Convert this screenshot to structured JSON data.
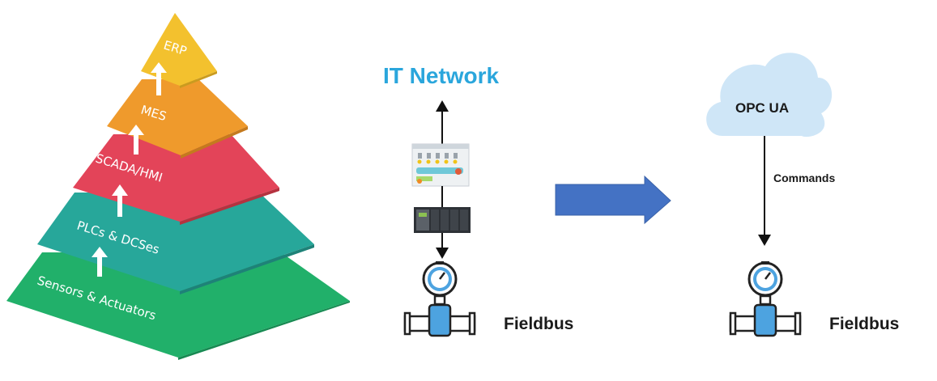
{
  "pyramid": {
    "levels": [
      {
        "label": "ERP",
        "color": "#f3c12e"
      },
      {
        "label": "MES",
        "color": "#ef9a2c"
      },
      {
        "label": "SCADA/HMI",
        "color": "#e34459"
      },
      {
        "label": "PLCs & DCSes",
        "color": "#27a79a"
      },
      {
        "label": "Sensors & Actuators",
        "color": "#21b06a"
      }
    ]
  },
  "middle": {
    "it_network": "IT Network",
    "fieldbus": "Fieldbus",
    "title_color": "#2aa6dc"
  },
  "arrow": {
    "color": "#4472c4"
  },
  "right": {
    "cloud": "OPC UA",
    "cloud_color": "#cfe6f7",
    "commands": "Commands",
    "fieldbus": "Fieldbus"
  }
}
